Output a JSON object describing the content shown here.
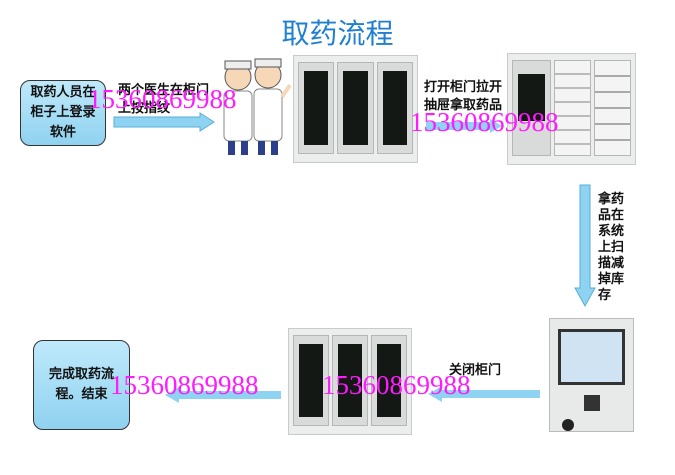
{
  "title": "取药流程",
  "steps": {
    "start": "取药人员在柜子上登录软件",
    "fingerprint": "两个医生在柜门上按指纹",
    "open": "打开柜门拉开抽屉拿取药品",
    "scan": "拿药品在系统上扫描减掉库存",
    "close": "关闭柜门",
    "end": "完成取药流程。结束"
  },
  "watermarks": [
    "15360869988",
    "15360869988",
    "15360869988",
    "15360869988"
  ],
  "colors": {
    "title": "#1f7fd0",
    "arrow": "#8fd3f2",
    "box": "#a8dcf4",
    "watermark": "#ff1aff"
  }
}
